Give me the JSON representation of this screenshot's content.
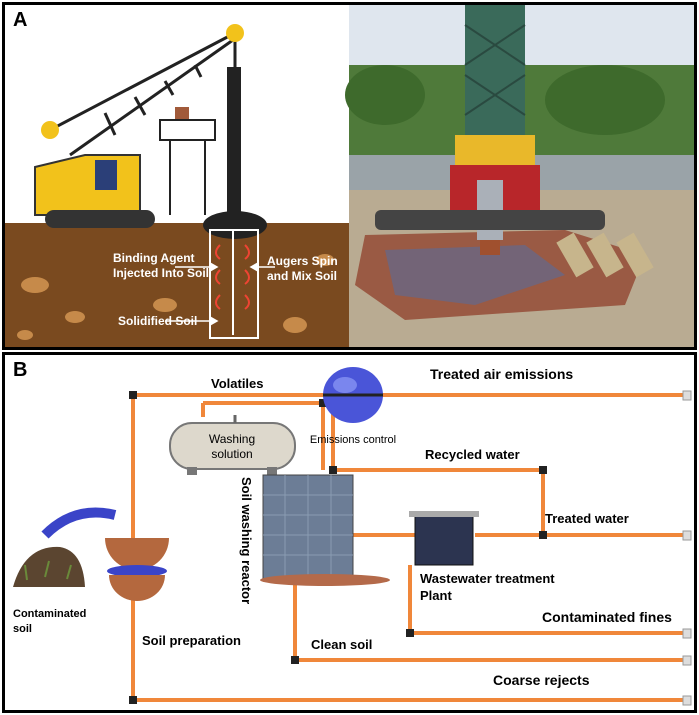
{
  "panel_a": {
    "label": "A",
    "annotations": {
      "binding_agent_1": "Binding Agent",
      "binding_agent_2": "Injected Into Soil",
      "augers_1": "Augers Spin",
      "augers_2": "and Mix Soil",
      "solidified": "Solidified Soil"
    }
  },
  "panel_b": {
    "label": "B",
    "labels": {
      "volatiles": "Volatiles",
      "treated_air": "Treated air emissions",
      "emissions_control": "Emissions control",
      "washing_1": "Washing",
      "washing_2": "solution",
      "recycled_water": "Recycled water",
      "soil_washing_reactor": "Soil washing reactor",
      "treated_water": "Treated water",
      "wastewater_1": "Wastewater treatment",
      "wastewater_2": "Plant",
      "contaminated_fines": "Contaminated fines",
      "contaminated_soil_1": "Contaminated",
      "contaminated_soil_2": "soil",
      "soil_preparation": "Soil preparation",
      "clean_soil": "Clean soil",
      "coarse_rejects": "Coarse rejects"
    }
  },
  "colors": {
    "pipe": "#f0873a",
    "soil": "#7a4a1f",
    "crane": "#f2c21b",
    "sphere": "#4a55d8"
  }
}
